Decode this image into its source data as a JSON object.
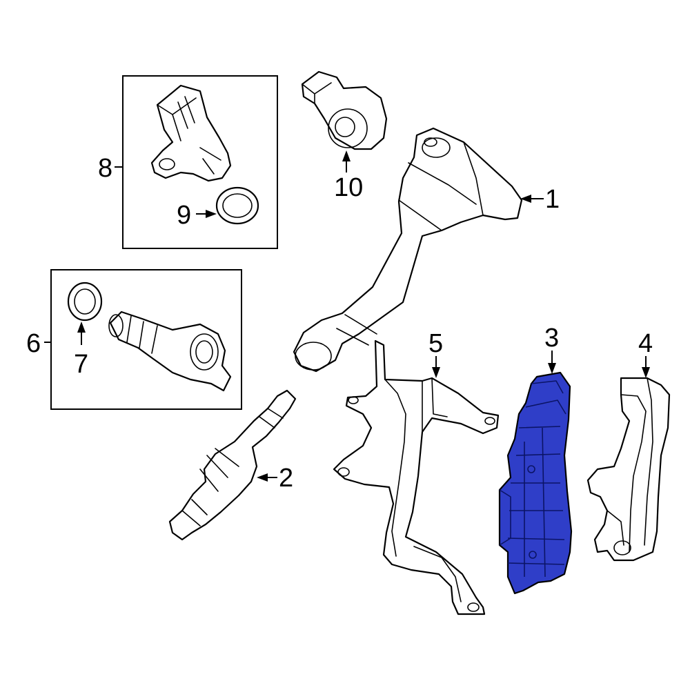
{
  "callouts": {
    "c1": "1",
    "c2": "2",
    "c3": "3",
    "c4": "4",
    "c5": "5",
    "c6": "6",
    "c7": "7",
    "c8": "8",
    "c9": "9",
    "c10": "10"
  },
  "colors": {
    "highlight": "#2f3ec8",
    "line": "#000000",
    "background": "#ffffff"
  }
}
